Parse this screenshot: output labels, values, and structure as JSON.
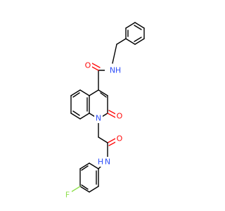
{
  "molecule": {
    "atom_labels": {
      "o_top": "O",
      "nh_top": "H",
      "nh_top_n": "N",
      "o_ring": "O",
      "n_ring": "N",
      "o_bottom": "O",
      "nh_bottom": "H",
      "nh_bottom_n": "N",
      "fluorine": "F"
    },
    "colors": {
      "carbon_bond": "#000000",
      "oxygen": "#ff0d0d",
      "nitrogen": "#3050f8",
      "fluorine": "#90e050"
    }
  }
}
